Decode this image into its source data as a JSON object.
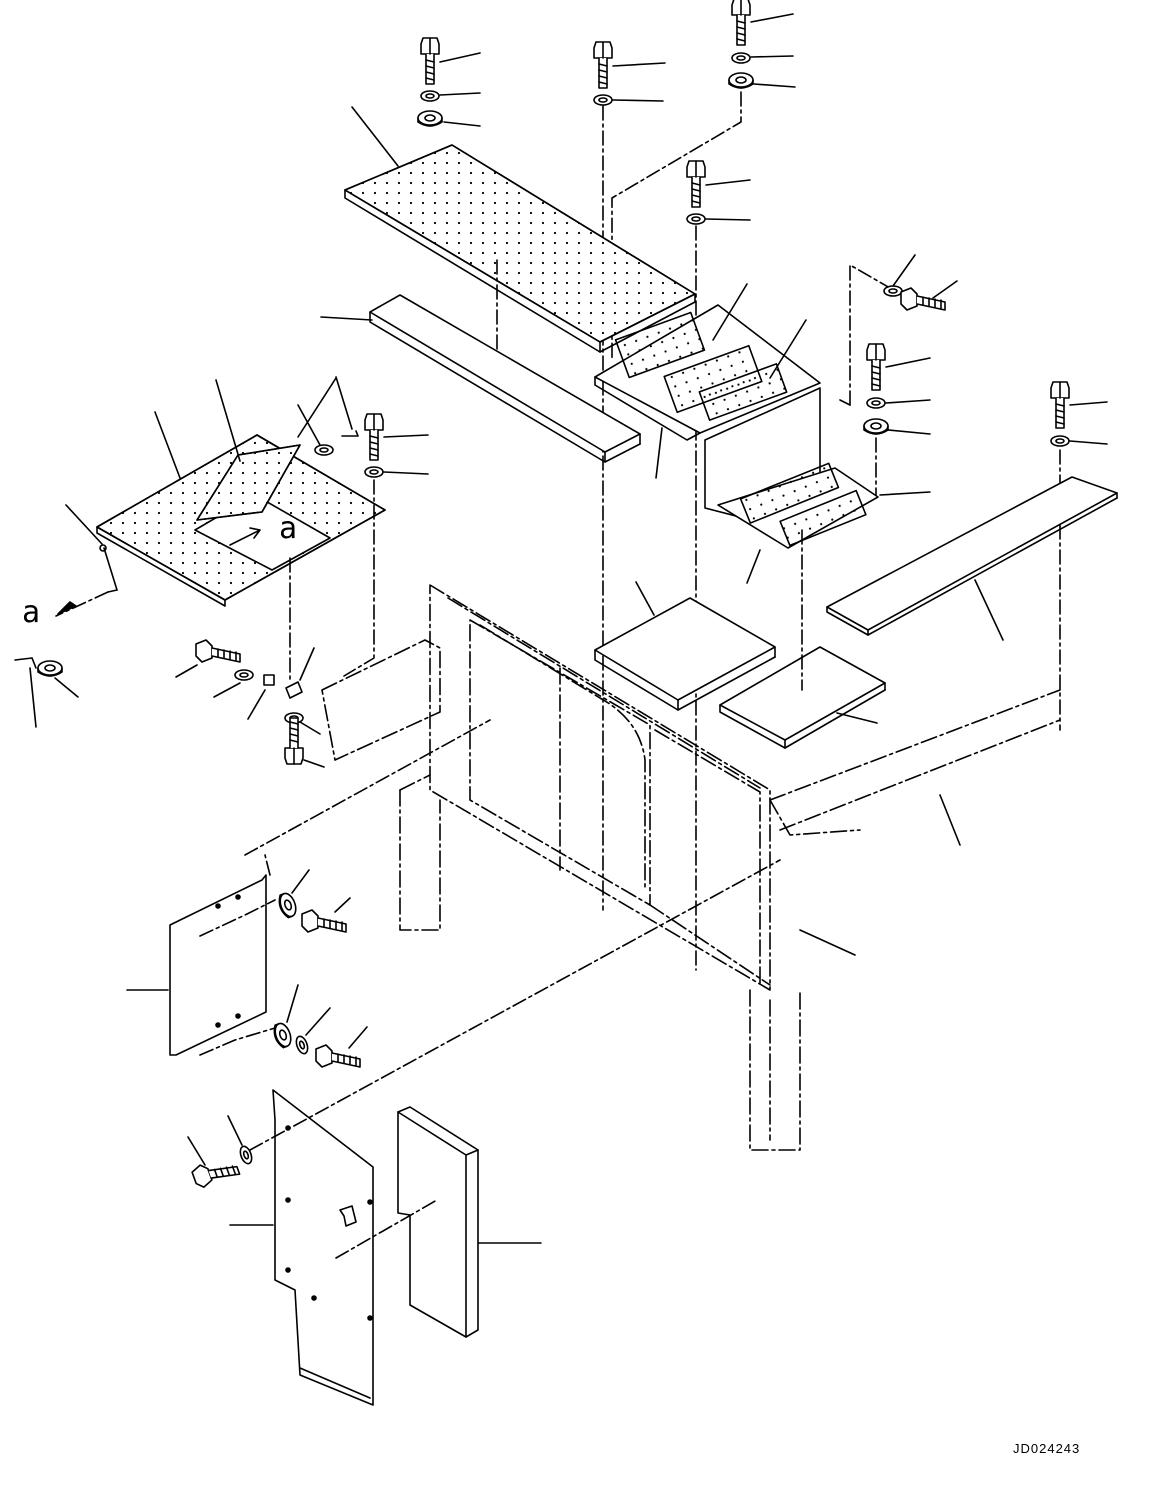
{
  "drawing_number": "JD024243",
  "view_marker_letter": "a",
  "ink_color": "#000000",
  "paper_color": "#ffffff",
  "parts": [
    "bolt-icon",
    "washer-icon",
    "lock-washer-icon",
    "perforated-cover-plate",
    "insulation-pad",
    "hinged-inspection-lid",
    "pin-clip-icon",
    "side-panel",
    "door-panel",
    "radiator-guard-frame"
  ]
}
